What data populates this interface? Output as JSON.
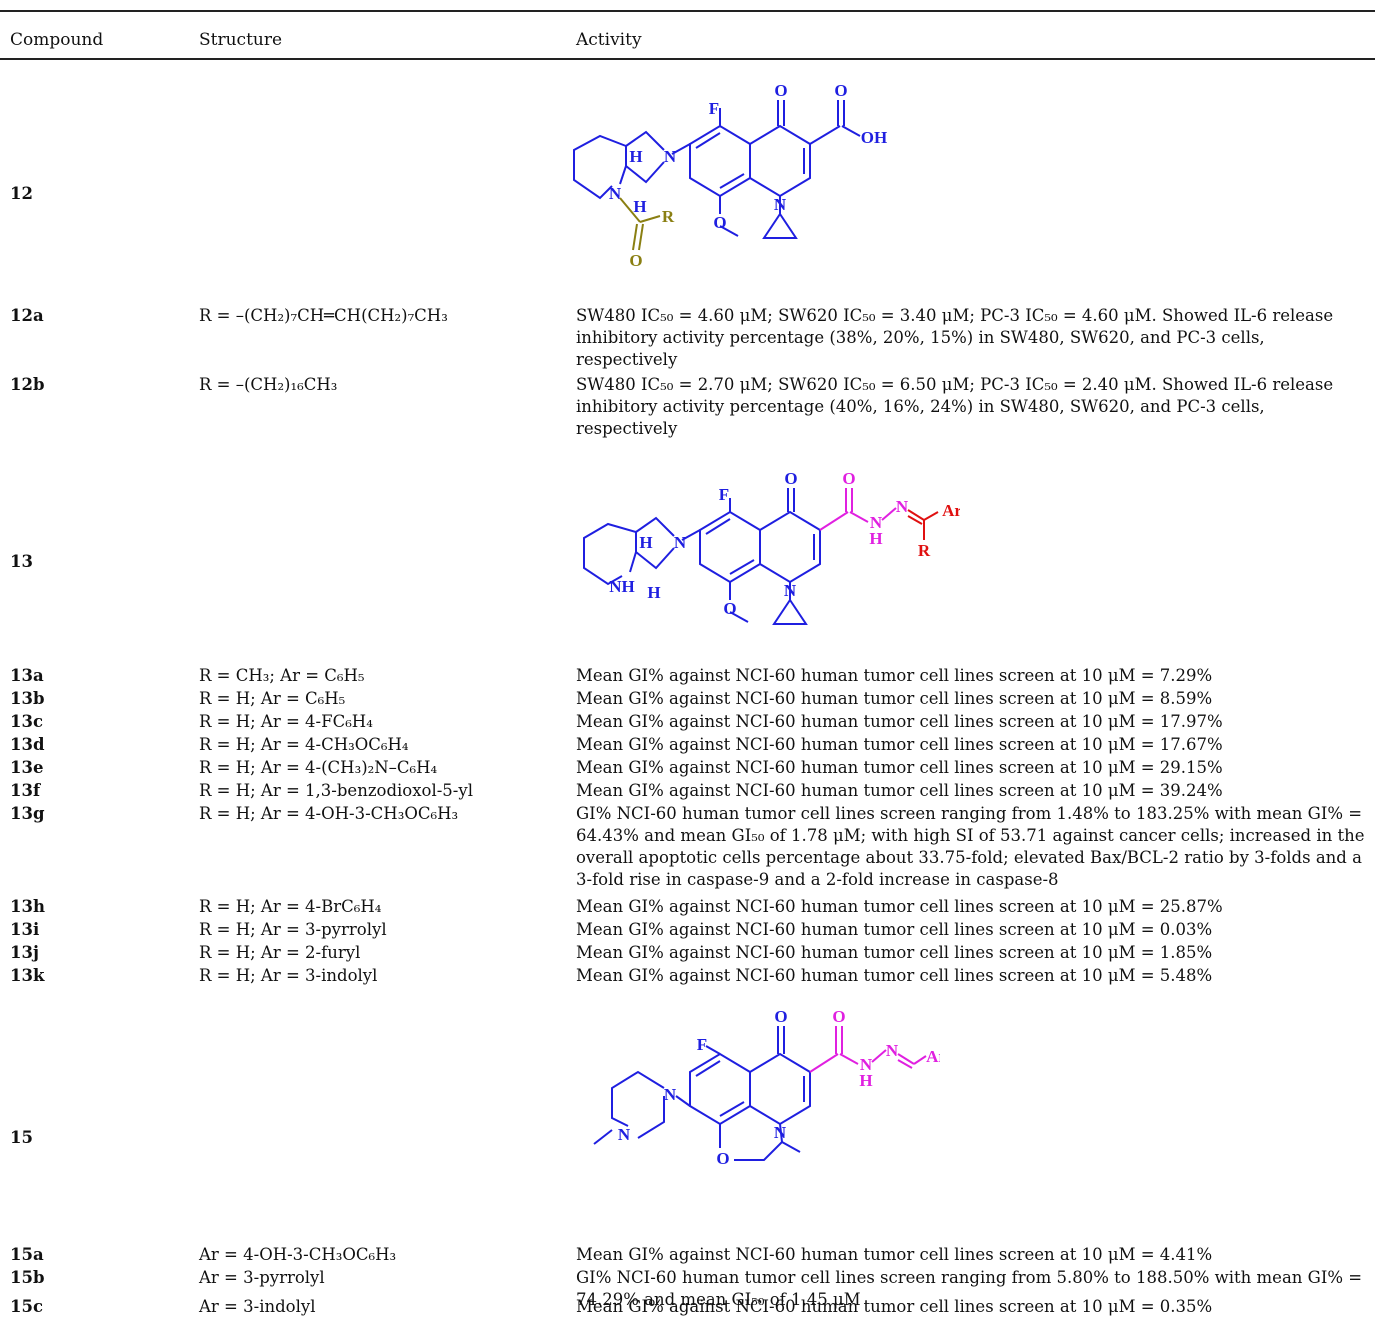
{
  "headers": {
    "compound": "Compound",
    "structure": "Structure",
    "activity": "Activity"
  },
  "rows": [
    {
      "id": "12",
      "structure": "",
      "activity": ""
    },
    {
      "id": "12a",
      "structure": "R = –(CH₂)₇CH═CH(CH₂)₇CH₃",
      "activity": "SW480 IC₅₀ = 4.60 μM; SW620 IC₅₀ = 3.40 μM; PC-3 IC₅₀ = 4.60 μM. Showed IL-6 release inhibitory activity percentage (38%, 20%, 15%) in SW480, SW620, and PC-3 cells, respectively"
    },
    {
      "id": "12b",
      "structure": "R = –(CH₂)₁₆CH₃",
      "activity": "SW480 IC₅₀ = 2.70 μM; SW620 IC₅₀ = 6.50 μM; PC-3 IC₅₀ = 2.40 μM. Showed IL-6 release inhibitory activity percentage (40%, 16%, 24%) in SW480, SW620, and PC-3 cells, respectively"
    },
    {
      "id": "13",
      "structure": "",
      "activity": ""
    },
    {
      "id": "13a",
      "structure": "R = CH₃; Ar = C₆H₅",
      "activity": "Mean GI% against NCI-60 human tumor cell lines screen at 10 μM = 7.29%"
    },
    {
      "id": "13b",
      "structure": "R = H; Ar = C₆H₅",
      "activity": "Mean GI% against NCI-60 human tumor cell lines screen at 10 μM = 8.59%"
    },
    {
      "id": "13c",
      "structure": "R = H; Ar = 4-FC₆H₄",
      "activity": "Mean GI% against NCI-60 human tumor cell lines screen at 10 μM = 17.97%"
    },
    {
      "id": "13d",
      "structure": "R = H; Ar = 4-CH₃OC₆H₄",
      "activity": "Mean GI% against NCI-60 human tumor cell lines screen at 10 μM = 17.67%"
    },
    {
      "id": "13e",
      "structure": "R = H; Ar = 4-(CH₃)₂N–C₆H₄",
      "activity": "Mean GI% against NCI-60 human tumor cell lines screen at 10 μM = 29.15%"
    },
    {
      "id": "13f",
      "structure": "R = H; Ar = 1,3-benzodioxol-5-yl",
      "activity": "Mean GI% against NCI-60 human tumor cell lines screen at 10 μM = 39.24%"
    },
    {
      "id": "13g",
      "structure": "R = H; Ar = 4-OH-3-CH₃OC₆H₃",
      "activity": "GI% NCI-60 human tumor cell lines screen ranging from 1.48% to 183.25% with mean GI% = 64.43% and mean GI₅₀ of 1.78 μM; with high SI of 53.71 against cancer cells; increased in the overall apoptotic cells percentage about 33.75-fold; elevated Bax/BCL-2 ratio by 3-folds and a 3-fold rise in caspase-9 and a 2-fold increase in caspase-8"
    },
    {
      "id": "13h",
      "structure": "R = H; Ar = 4-BrC₆H₄",
      "activity": "Mean GI% against NCI-60 human tumor cell lines screen at 10 μM = 25.87%"
    },
    {
      "id": "13i",
      "structure": "R = H; Ar = 3-pyrrolyl",
      "activity": "Mean GI% against NCI-60 human tumor cell lines screen at 10 μM = 0.03%"
    },
    {
      "id": "13j",
      "structure": "R = H; Ar = 2-furyl",
      "activity": "Mean GI% against NCI-60 human tumor cell lines screen at 10 μM = 1.85%"
    },
    {
      "id": "13k",
      "structure": "R = H; Ar = 3-indolyl",
      "activity": "Mean GI% against NCI-60 human tumor cell lines screen at 10 μM = 5.48%"
    },
    {
      "id": "15",
      "structure": "",
      "activity": ""
    },
    {
      "id": "15a",
      "structure": "Ar = 4-OH-3-CH₃OC₆H₃",
      "activity": "Mean GI% against NCI-60 human tumor cell lines screen at 10 μM = 4.41%"
    },
    {
      "id": "15b",
      "structure": "Ar = 3-pyrrolyl",
      "activity": "GI% NCI-60 human tumor cell lines screen ranging from 5.80% to 188.50% with mean GI% = 74.29% and mean GI₅₀ of 1.45 μM"
    },
    {
      "id": "15c",
      "structure": "Ar = 3-indolyl",
      "activity": "Mean GI% against NCI-60 human tumor cell lines screen at 10 μM = 0.35%"
    }
  ],
  "molecules": {
    "m12": {
      "F": "F",
      "O1": "O",
      "O2": "O",
      "OH": "OH",
      "H1": "H",
      "H2": "H",
      "N1": "N",
      "N2": "N",
      "N3": "N",
      "O3": "O",
      "R": "R",
      "O4": "O"
    },
    "m13": {
      "F": "F",
      "O1": "O",
      "O2": "O",
      "N1": "N",
      "NH": "N",
      "H": "H",
      "N2": "N",
      "Ar": "Ar",
      "R": "R",
      "H1": "H",
      "H2": "H",
      "N3": "N",
      "O3": "O",
      "NH2": "NH"
    },
    "m15": {
      "F": "F",
      "O1": "O",
      "O2": "O",
      "N1": "N",
      "NH": "N",
      "H": "H",
      "N2": "N",
      "Ar": "Ar",
      "N3": "N",
      "N4": "N",
      "O3": "O"
    }
  },
  "colors": {
    "scaffold": "#1f1fe0",
    "acyl": "#8a7f12",
    "hydrazone": "#e020e0",
    "red": "#e01010"
  }
}
